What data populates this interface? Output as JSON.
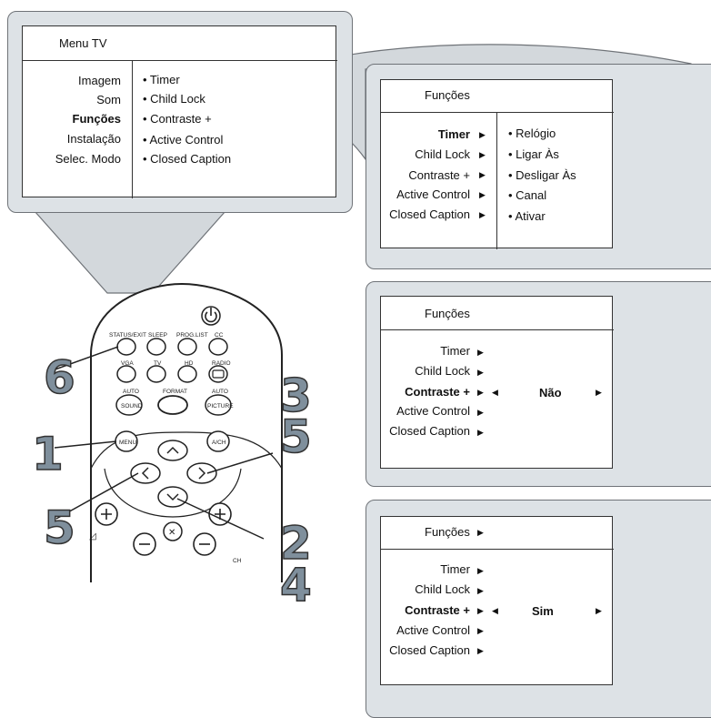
{
  "panel1": {
    "title": "Menu TV",
    "left_items": [
      "Imagem",
      "Som",
      "Funções",
      "Instalação",
      "Selec. Modo"
    ],
    "right_items": [
      "• Timer",
      "• Child Lock",
      "• Contraste +",
      "• Active Control",
      "• Closed Caption"
    ]
  },
  "panel2": {
    "title": "Funções",
    "left_items": [
      "Timer",
      "Child Lock",
      "Contraste +",
      "Active Control",
      "Closed Caption"
    ],
    "right_items": [
      "• Relógio",
      "• Ligar Às",
      "• Desligar Às",
      "• Canal",
      "• Ativar"
    ]
  },
  "panel3": {
    "title": "Funções",
    "left_items": [
      "Timer",
      "Child Lock",
      "Contraste +",
      "Active Control",
      "Closed Caption"
    ],
    "value": "Não"
  },
  "panel4": {
    "title": "Funções",
    "left_items": [
      "Timer",
      "Child Lock",
      "Contraste +",
      "Active Control",
      "Closed Caption"
    ],
    "value": "Sim"
  },
  "remote": {
    "buttons": {
      "status_exit": "STATUS/EXIT",
      "sleep": "SLEEP",
      "prog_list": "PROG.LIST",
      "cc": "CC",
      "vga": "VGA",
      "tv": "TV",
      "hd": "HD",
      "radio": "RADIO",
      "auto_sound_top": "AUTO",
      "auto_sound": "SOUND",
      "format": "FORMAT",
      "auto_picture_top": "AUTO",
      "auto_picture": "PICTURE",
      "menu": "MENU",
      "ach": "A/CH",
      "ch": "CH"
    }
  },
  "step_numbers": {
    "n6": "6",
    "n1": "1",
    "n5_left": "5",
    "n3": "3",
    "n5_right": "5",
    "n2": "2",
    "n4": "4"
  },
  "colors": {
    "panel_bg": "#dde2e6",
    "panel_border": "#6f7378",
    "number_fill": "#7f8f9c",
    "remote_body": "#ffffff"
  }
}
